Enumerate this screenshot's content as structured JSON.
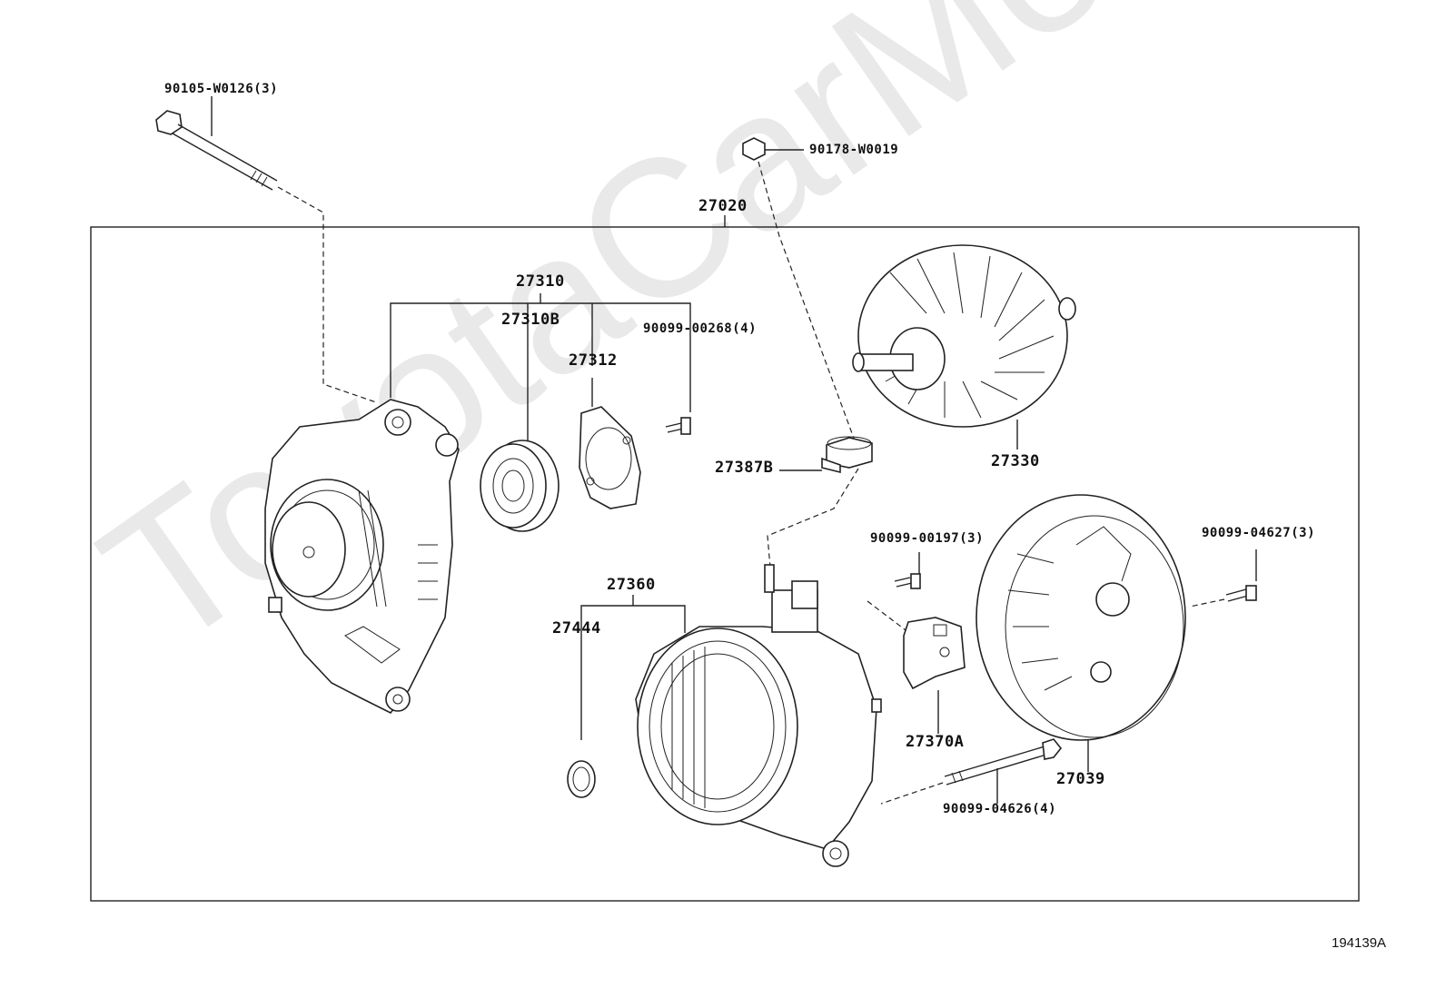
{
  "watermark": "ToyotaCarMe.ru",
  "diagram_ref": "194139A",
  "parts": {
    "bolt_top": "90105-W0126(3)",
    "nut_top": "90178-W0019",
    "assembly": "27020",
    "frame_drive": "27310",
    "bearing": "27310B",
    "retainer": "27312",
    "screw_retainer": "90099-00268(4)",
    "rotor": "27330",
    "insulator": "27387B",
    "screw_holder": "90099-00197(3)",
    "screw_cover": "90099-04627(3)",
    "stator": "27360",
    "washer": "27444",
    "brush_holder": "27370A",
    "rear_cover": "27039",
    "through_bolt": "90099-04626(4)"
  }
}
